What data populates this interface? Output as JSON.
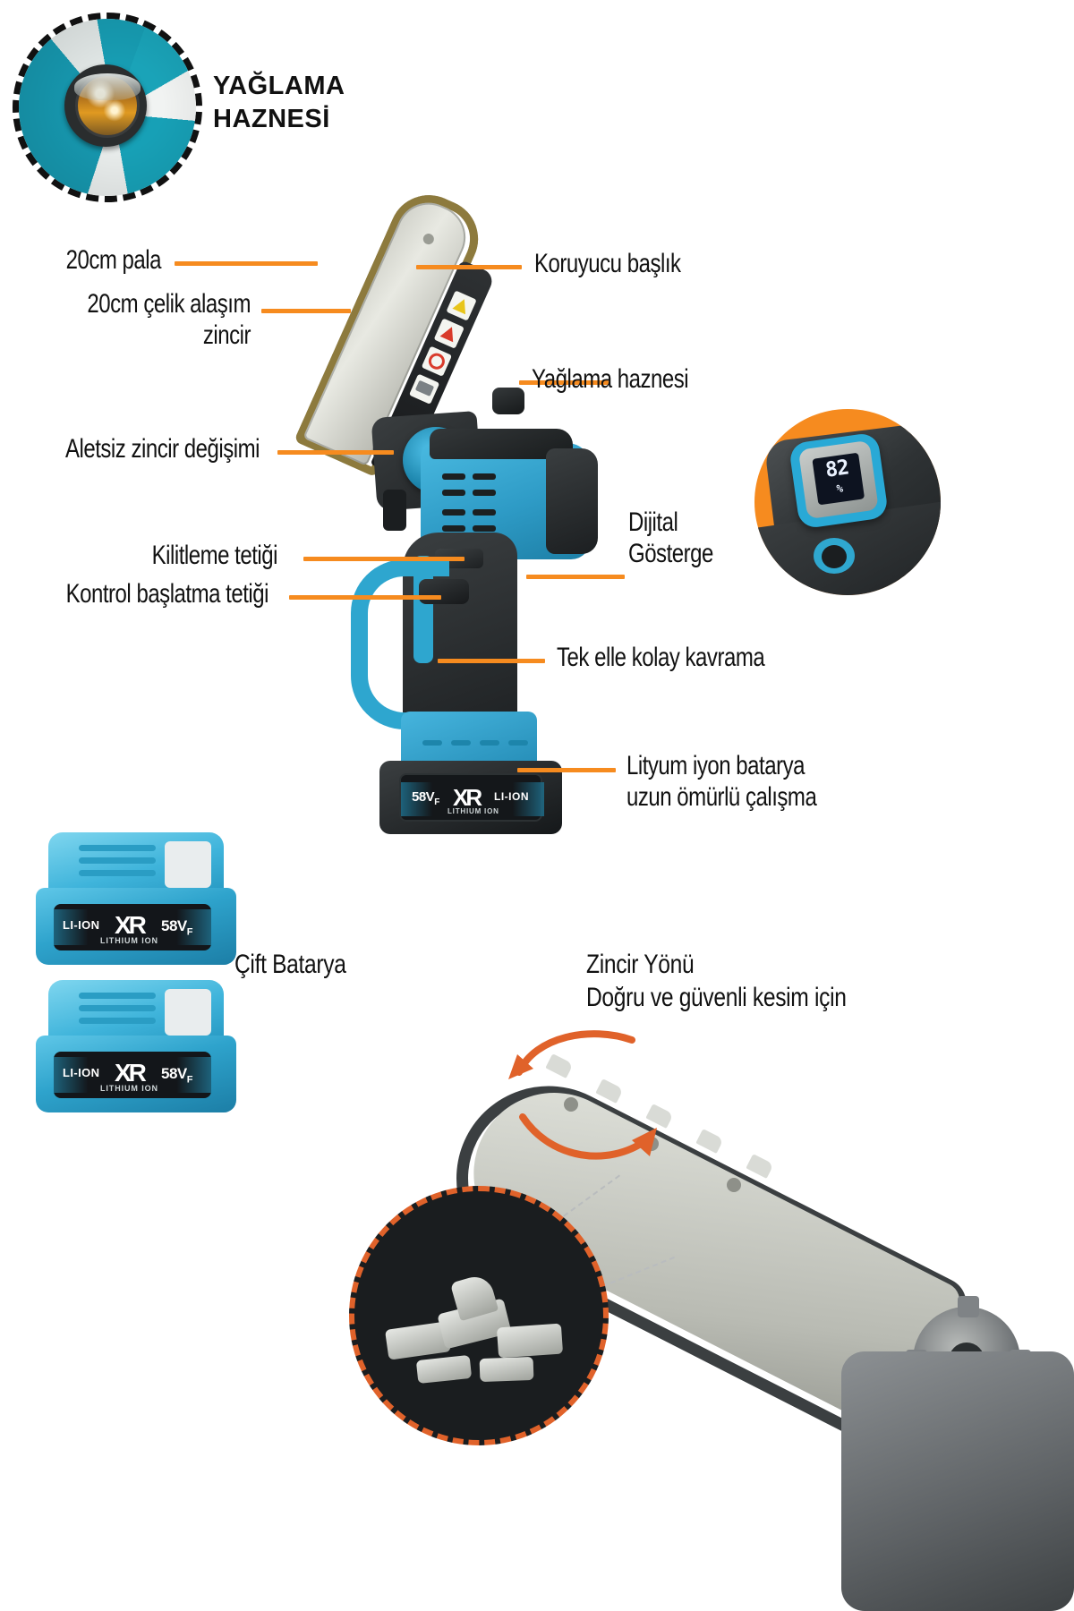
{
  "page": {
    "background": "#ffffff",
    "accent_orange": "#F68B1F",
    "product_blue": "#2FA7CF",
    "text_color": "#111111"
  },
  "inset_top_left": {
    "title": "YAĞLAMA\nHAZNESİ",
    "name": "oil-reservoir-closeup"
  },
  "inset_right": {
    "name": "digital-display-closeup",
    "display_value": "82",
    "display_unit": "%"
  },
  "callouts_left": [
    {
      "id": "blade",
      "text": "20cm pala"
    },
    {
      "id": "chain",
      "text": "20cm çelik alaşım\nzincir"
    },
    {
      "id": "toolless",
      "text": "Aletsiz zincir değişimi"
    },
    {
      "id": "lock-trigger",
      "text": "Kilitleme tetiği"
    },
    {
      "id": "control-trigger",
      "text": "Kontrol başlatma tetiği"
    }
  ],
  "callouts_right": [
    {
      "id": "protective-cap",
      "text": "Koruyucu başlık"
    },
    {
      "id": "oil-reservoir",
      "text": "Yağlama haznesi"
    },
    {
      "id": "digital-gauge",
      "text": "Dijital\nGösterge"
    },
    {
      "id": "one-hand-grip",
      "text": "Tek elle kolay kavrama"
    },
    {
      "id": "battery",
      "text": "Lityum iyon batarya\nuzun ömürlü çalışma"
    }
  ],
  "captions": {
    "dual_battery": "Çift Batarya",
    "chain_direction": "Zincir Yönü\nDoğru ve güvenli kesim için"
  },
  "battery_badge": {
    "voltage": "58V",
    "voltage_sub": "F",
    "brand": "XR",
    "chemistry": "LI-ION",
    "chemistry_full": "LITHIUM ION"
  }
}
